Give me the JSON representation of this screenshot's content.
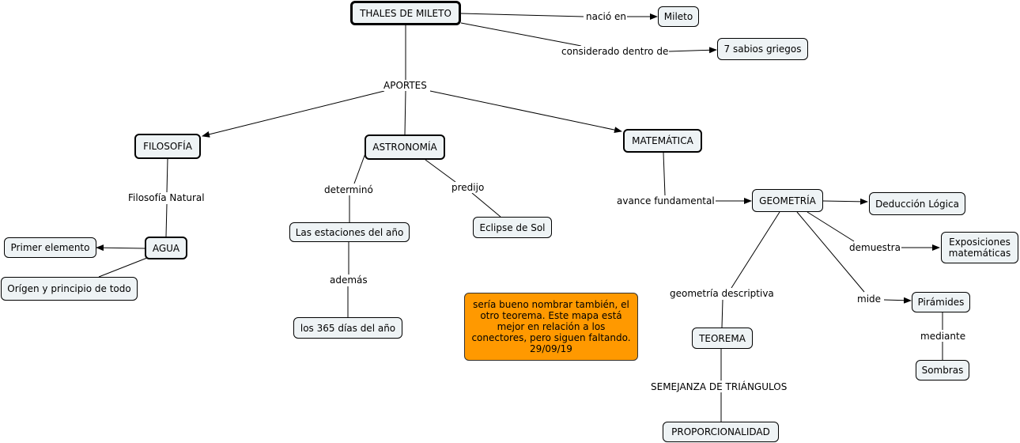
{
  "nodes": {
    "thales": "THALES DE MILETO",
    "mileto": "Mileto",
    "sabios": "7 sabios griegos",
    "filosofia": "FILOSOFÍA",
    "astronomia": "ASTRONOMÍA",
    "matematica": "MATEMÁTICA",
    "agua": "AGUA",
    "primer_elemento": "Primer elemento",
    "origen": "Orígen y principio de todo",
    "estaciones": "Las estaciones del año",
    "dias": "los 365 días del año",
    "eclipse": "Eclipse de Sol",
    "geometria": "GEOMETRÍA",
    "deduccion": "Deducción Lógica",
    "exposiciones": "Exposiciones matemáticas",
    "piramides": "Pirámides",
    "sombras": "Sombras",
    "teorema": "TEOREMA",
    "proporcionalidad": "PROPORCIONALIDAD",
    "nota": "sería bueno nombrar también, el otro teorema. Este mapa está mejor en relación a los conectores, pero siguen faltando.  29/09/19"
  },
  "labels": {
    "nacio_en": "nació en",
    "considerado": "considerado dentro de",
    "aportes": "APORTES",
    "filosofia_natural": "Filosofía Natural",
    "determino": "determinó",
    "ademas": "además",
    "predijo": "predijo",
    "avance": "avance fundamental",
    "demuestra": "demuestra",
    "mide": "mide",
    "mediante": "mediante",
    "geometria_descriptiva": "geometría descriptiva",
    "semejanza": "SEMEJANZA DE TRIÁNGULOS"
  },
  "colors": {
    "node_fill": "#eef3f5",
    "note_fill": "#ff9900",
    "line": "#000000"
  }
}
